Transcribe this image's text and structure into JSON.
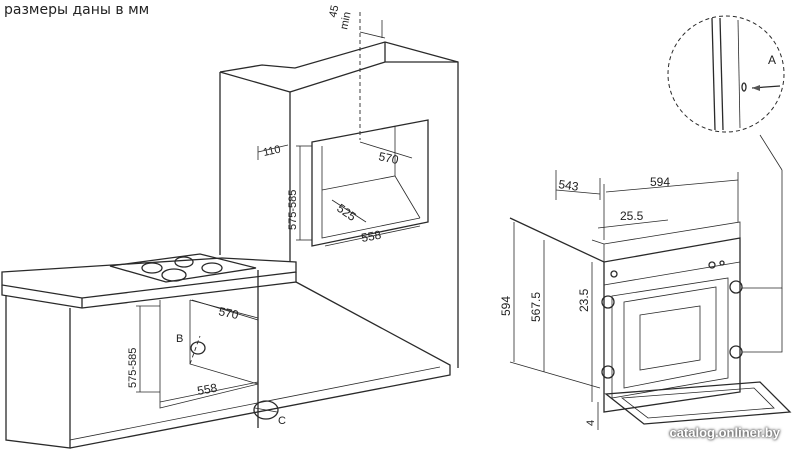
{
  "caption": "размеры даны в мм",
  "watermark": "catalog.onliner.by",
  "left_drawing": {
    "min_label": "min",
    "min_value": "45",
    "wall_offset": "110",
    "upper_height": "575-585",
    "upper_width": "570",
    "upper_depth": "525",
    "upper_bottom_width": "558",
    "lower_height": "575-585",
    "lower_width": "570",
    "lower_bottom_width": "558",
    "label_b": "B",
    "label_c": "C"
  },
  "right_drawing": {
    "depth": "543",
    "width": "594",
    "panel_offset": "25.5",
    "height": "594",
    "body_height": "567.5",
    "panel_height": "23.5",
    "bottom_gap": "4",
    "detail_label": "A"
  }
}
